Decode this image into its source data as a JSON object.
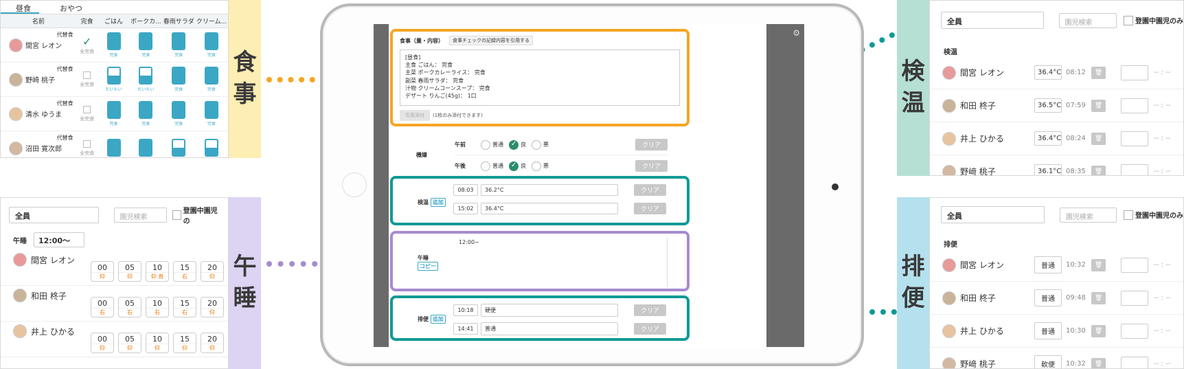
{
  "meal_panel": {
    "tabs": [
      "昼食",
      "おやつ"
    ],
    "headers": [
      "名前",
      "完食",
      "ごはん",
      "ポークカ...",
      "春雨サラダ",
      "クリーム..."
    ],
    "substitute_label": "代替食",
    "kansyoku_label": "全完食",
    "rows": [
      {
        "name": "間宮 レオン",
        "checked": true,
        "levels": [
          1,
          1,
          1,
          1
        ],
        "level_labels": [
          "完食",
          "完食",
          "完食",
          "完食"
        ]
      },
      {
        "name": "野崎 桃子",
        "checked": false,
        "levels": [
          0.5,
          0.5,
          1,
          1
        ],
        "level_labels": [
          "だいたい",
          "だいたい",
          "完食",
          "完食"
        ]
      },
      {
        "name": "清水 ゆうま",
        "checked": false,
        "levels": [
          1,
          1,
          1,
          1
        ],
        "level_labels": [
          "完食",
          "完食",
          "完食",
          "完食"
        ]
      },
      {
        "name": "沼田 寛次郎",
        "checked": false,
        "levels": [
          1,
          1,
          0.5,
          0.5
        ],
        "level_labels": [
          "",
          "",
          "",
          ""
        ]
      }
    ]
  },
  "nap_panel": {
    "group": "全員",
    "search_placeholder": "園児検索",
    "attendance_label": "登園中園児の",
    "section_label": "午睡",
    "start_time": "12:00〜",
    "rows": [
      {
        "name": "間宮 レオン",
        "slots": [
          [
            "00",
            "仰"
          ],
          [
            "05",
            "仰"
          ],
          [
            "10",
            "仰 直"
          ],
          [
            "15",
            "右"
          ],
          [
            "20",
            "仰"
          ]
        ]
      },
      {
        "name": "和田 柊子",
        "slots": [
          [
            "00",
            "右"
          ],
          [
            "05",
            "右"
          ],
          [
            "10",
            "右"
          ],
          [
            "15",
            "右"
          ],
          [
            "20",
            "仰"
          ]
        ]
      },
      {
        "name": "井上 ひかる",
        "slots": [
          [
            "00",
            "仰"
          ],
          [
            "05",
            "仰"
          ],
          [
            "10",
            "仰"
          ],
          [
            "15",
            "仰"
          ],
          [
            "20",
            "仰"
          ]
        ]
      }
    ]
  },
  "temp_panel": {
    "group": "全員",
    "search_placeholder": "園児検索",
    "attendance_label": "登園中園児のみ",
    "section_label": "検温",
    "rows": [
      {
        "name": "間宮 レオン",
        "value": "36.4°C",
        "time": "08:12"
      },
      {
        "name": "和田 柊子",
        "value": "36.5°C",
        "time": "07:59"
      },
      {
        "name": "井上 ひかる",
        "value": "36.4°C",
        "time": "08:24"
      },
      {
        "name": "野﨑 桃子",
        "value": "36.1°C",
        "time": "08:35"
      }
    ],
    "trailing": "-- : --"
  },
  "stool_panel": {
    "group": "全員",
    "search_placeholder": "園児検索",
    "attendance_label": "登園中園児のみ",
    "section_label": "排便",
    "rows": [
      {
        "name": "間宮 レオン",
        "value": "普通",
        "time": "10:32"
      },
      {
        "name": "和田 柊子",
        "value": "普通",
        "time": "09:48"
      },
      {
        "name": "井上 ひかる",
        "value": "普通",
        "time": "10:30"
      },
      {
        "name": "野﨑 桃子",
        "value": "軟便",
        "time": "10:32"
      }
    ],
    "trailing": "-- : --"
  },
  "labels": {
    "meal": [
      "食",
      "事"
    ],
    "nap": [
      "午",
      "睡"
    ],
    "temp": [
      "検",
      "温"
    ],
    "stool": [
      "排",
      "便"
    ]
  },
  "tablet": {
    "meal_title": "食事（量・内容）",
    "meal_quote_button": "食事チェックの記録内容を引用する",
    "meal_text": [
      "[昼食]",
      "主食 ごはん： 完食",
      "主菜 ポークカレーライス： 完食",
      "副菜 春雨サラダ： 完食",
      "汁物 クリームコーンスープ： 完食",
      "デザート りんご(45g)： 1口"
    ],
    "photo_button": "写真添付",
    "photo_note": "(1枚のみ添付できます)",
    "mood_label": "機嫌",
    "mood_rows": [
      {
        "label": "午前",
        "options": [
          "普通",
          "良",
          "悪"
        ],
        "selected": 1
      },
      {
        "label": "午後",
        "options": [
          "普通",
          "良",
          "悪"
        ],
        "selected": 1
      }
    ],
    "clear": "クリア",
    "temp_label": "検温",
    "add": "追加",
    "temp_rows": [
      {
        "time": "08:03",
        "value": "36.2°C"
      },
      {
        "time": "15:02",
        "value": "36.4°C"
      }
    ],
    "nap_label": "午睡",
    "copy": "コピー",
    "nap_text": "12:00~",
    "stool_label": "排便",
    "stool_rows": [
      {
        "time": "10:18",
        "value": "硬便"
      },
      {
        "time": "14:41",
        "value": "普通"
      }
    ]
  },
  "colors": {
    "orange": "#f5a623",
    "teal": "#0f9a96",
    "purple": "#a58cd0",
    "meal_band": "#fdeeb3",
    "nap_band": "#ddd3f2",
    "temp_band": "#b6e0d4",
    "stool_band": "#b5e1ee"
  }
}
